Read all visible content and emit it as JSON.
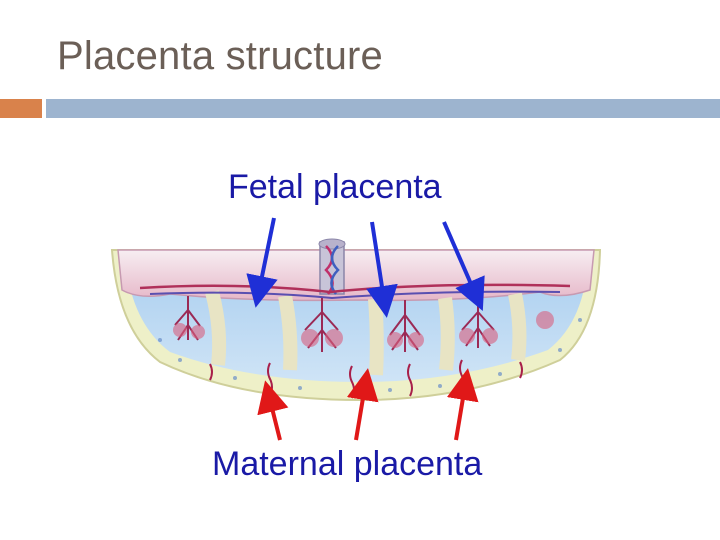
{
  "title": "Placenta structure",
  "colors": {
    "title_text": "#6b5f57",
    "accent_bar": "#d9824b",
    "accent_bar_secondary": "#9db4cf",
    "label_text": "#1a1aa6",
    "fetal_arrow": "#1f2fd6",
    "maternal_arrow": "#e01818"
  },
  "labels": {
    "fetal": "Fetal placenta",
    "maternal": "Maternal placenta"
  },
  "illustration": {
    "icon": "placenta-cross-section-illustration"
  }
}
